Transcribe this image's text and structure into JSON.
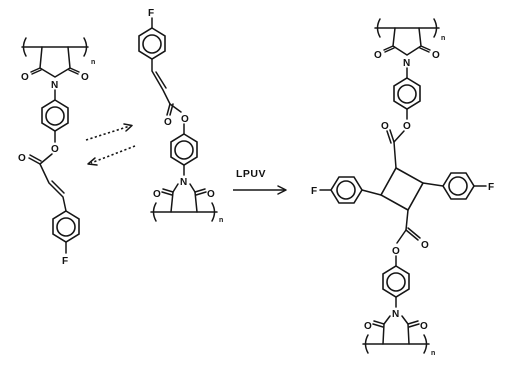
{
  "reaction": {
    "condition": "LPUV"
  },
  "atoms": {
    "fluorine": "F",
    "oxygen": "O",
    "nitrogen": "N"
  },
  "polymer": {
    "repeat_n": "n"
  }
}
